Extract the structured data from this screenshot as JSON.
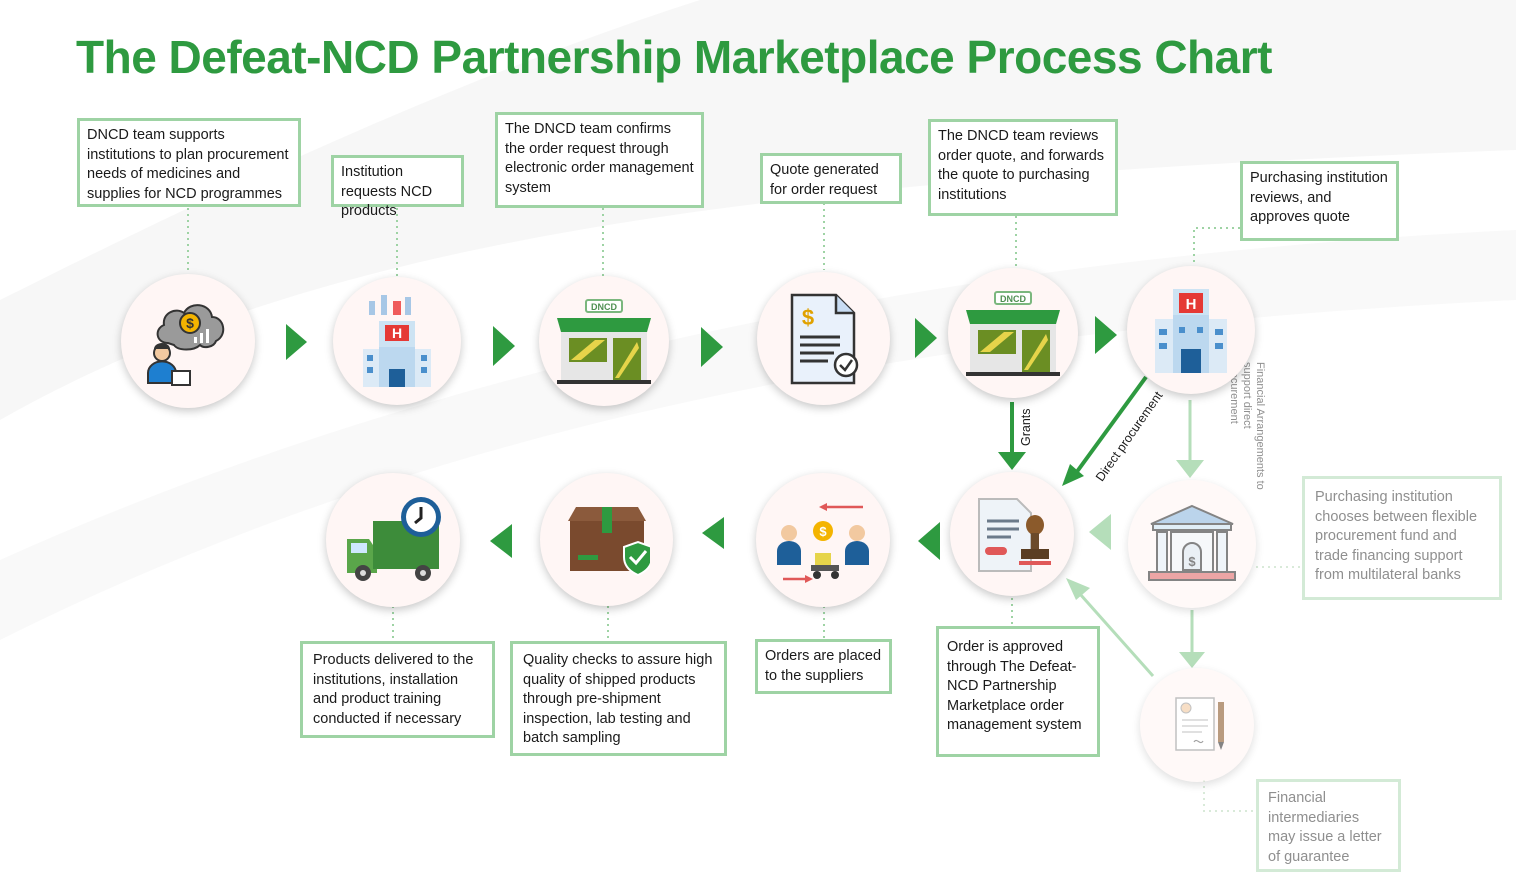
{
  "title": "The Defeat-NCD Partnership Marketplace Process Chart",
  "icon_badge": "DNCD",
  "steps": {
    "plan": "DNCD team supports institutions to plan procurement needs of medicines and supplies for NCD programmes",
    "request": "Institution requests NCD products",
    "confirm": "The DNCD team confirms the order request through electronic order management system",
    "quote": "Quote generated for order request",
    "review": "The DNCD team reviews order quote, and forwards the quote to  purchasing institutions",
    "approve_quote": "Purchasing institution reviews, and approves quote",
    "approved": "Order is approved through The Defeat-NCD Partnership Marketplace order management system",
    "suppliers": "Orders are placed to the suppliers",
    "quality": "Quality checks to assure high quality of shipped products through pre-shipment inspection, lab testing and batch sampling",
    "delivered": "Products delivered to the institutions, installation and product training conducted if necessary",
    "financing": "Purchasing institution chooses between flexible procurement fund and trade financing support from multilateral banks",
    "guarantee": "Financial intermediaries may issue a letter of guarantee"
  },
  "edge_labels": {
    "grants": "Grants",
    "direct": "Direct procurement",
    "arrangements": [
      "Financial Arrangements to",
      "support direct",
      "procurement"
    ]
  },
  "colors": {
    "accent": "#2e9a40",
    "box_border": "#9ed3a4",
    "faded_border": "#d3ead6",
    "arrow": "#2e9a40",
    "faded_arrow": "#b5deba"
  }
}
